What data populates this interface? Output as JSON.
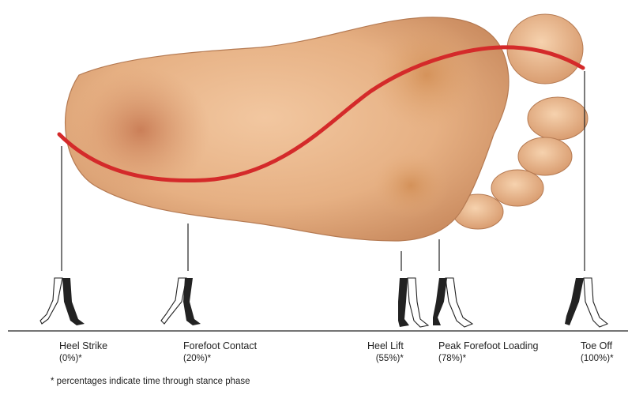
{
  "phases": [
    {
      "name": "Heel Strike",
      "percent": "(0%)*",
      "stance_percent": 0
    },
    {
      "name": "Forefoot Contact",
      "percent": "(20%)*",
      "stance_percent": 20
    },
    {
      "name": "Heel Lift",
      "percent": "(55%)*",
      "stance_percent": 55
    },
    {
      "name": "Peak Forefoot Loading",
      "percent": "(78%)*",
      "stance_percent": 78
    },
    {
      "name": "Toe Off",
      "percent": "(100%)*",
      "stance_percent": 100
    }
  ],
  "footnote": "* percentages indicate time through stance phase",
  "colors": {
    "pressure_line": "#d42a2a",
    "skin": "#e9b48a",
    "skin_dark": "#c98a5e",
    "ink": "#222222"
  }
}
